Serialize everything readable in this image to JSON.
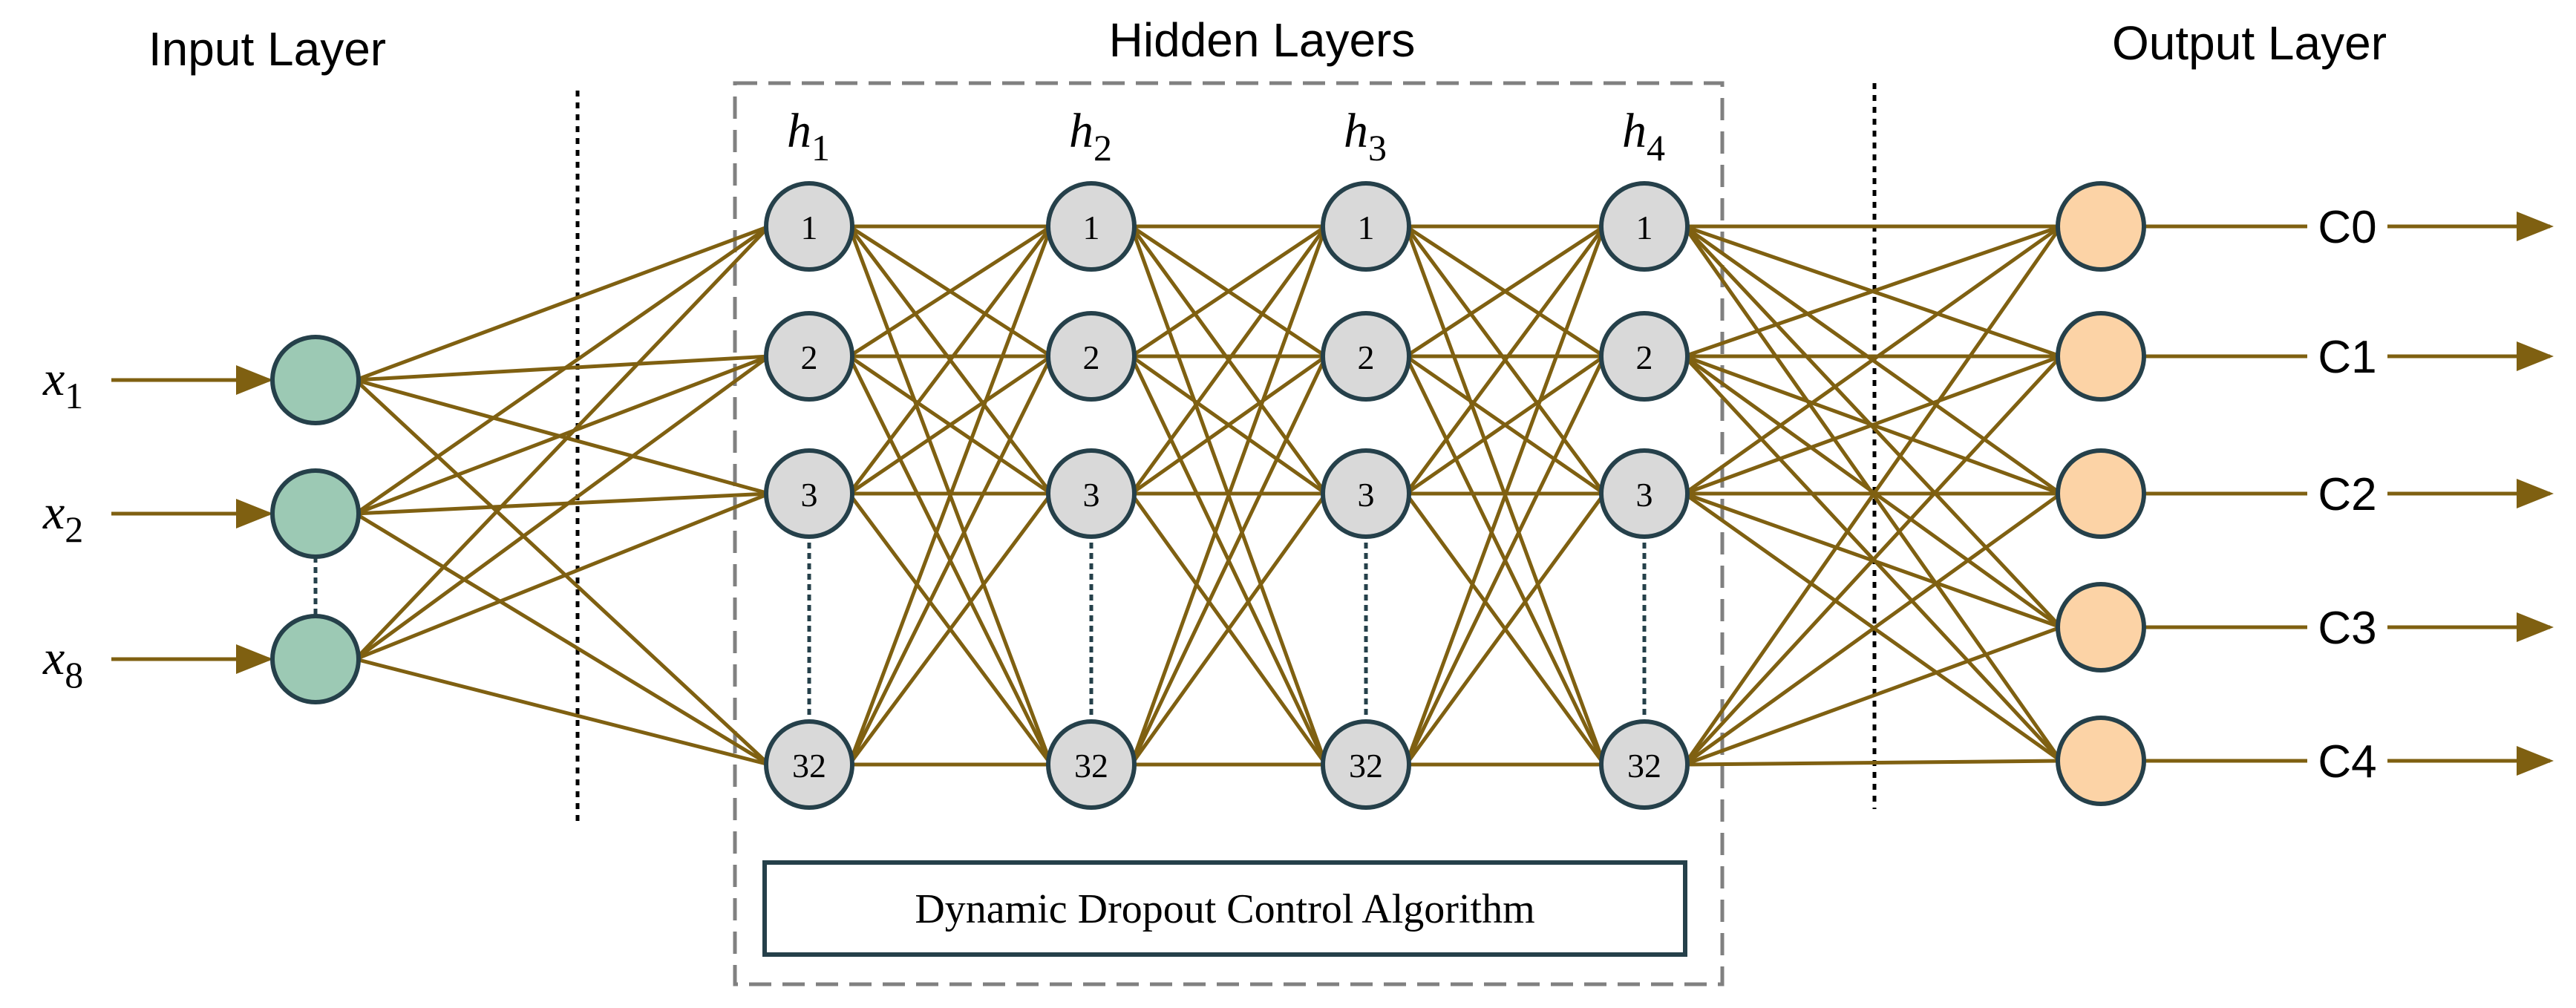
{
  "titles": {
    "input": "Input Layer",
    "hidden": "Hidden Layers",
    "output": "Output Layer"
  },
  "inputs": [
    {
      "var": "x",
      "sub": "1"
    },
    {
      "var": "x",
      "sub": "2"
    },
    {
      "var": "x",
      "sub": "8"
    }
  ],
  "hidden_layers": [
    {
      "var": "h",
      "sub": "1"
    },
    {
      "var": "h",
      "sub": "2"
    },
    {
      "var": "h",
      "sub": "3"
    },
    {
      "var": "h",
      "sub": "4"
    }
  ],
  "hidden_node_labels": [
    "1",
    "2",
    "3",
    "32"
  ],
  "outputs": [
    "C0",
    "C1",
    "C2",
    "C3",
    "C4"
  ],
  "algorithm_label": "Dynamic Dropout Control Algorithm",
  "colors": {
    "connection": "#7f6011",
    "input_node": "#9cc9b4",
    "hidden_node": "#d9d9d9",
    "output_node": "#fcd3a6",
    "node_stroke": "#25404a",
    "dashed_box": "#808080"
  }
}
